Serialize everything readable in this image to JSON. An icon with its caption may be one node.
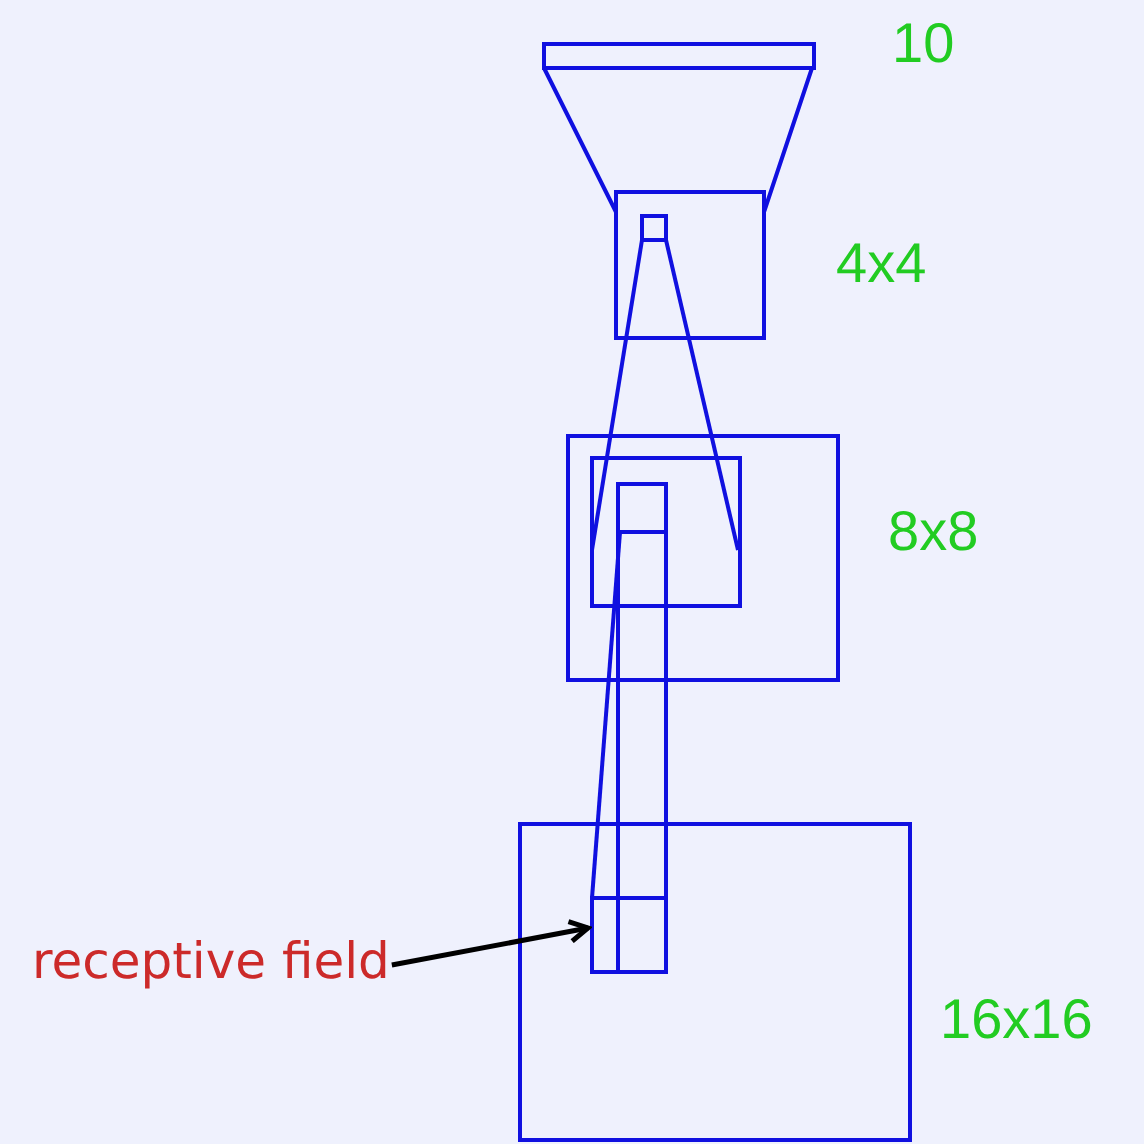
{
  "diagram": {
    "nodes": [
      {
        "text": [
          "receptive field"
        ]
      },
      {
        "text": [],
        "shape": "box"
      }
    ],
    "edges": [
      {
        "from": 0,
        "to": 1,
        "arrow": "to"
      }
    ],
    "labels": [
      "10",
      "4x4",
      "8x8",
      "16x16"
    ]
  }
}
